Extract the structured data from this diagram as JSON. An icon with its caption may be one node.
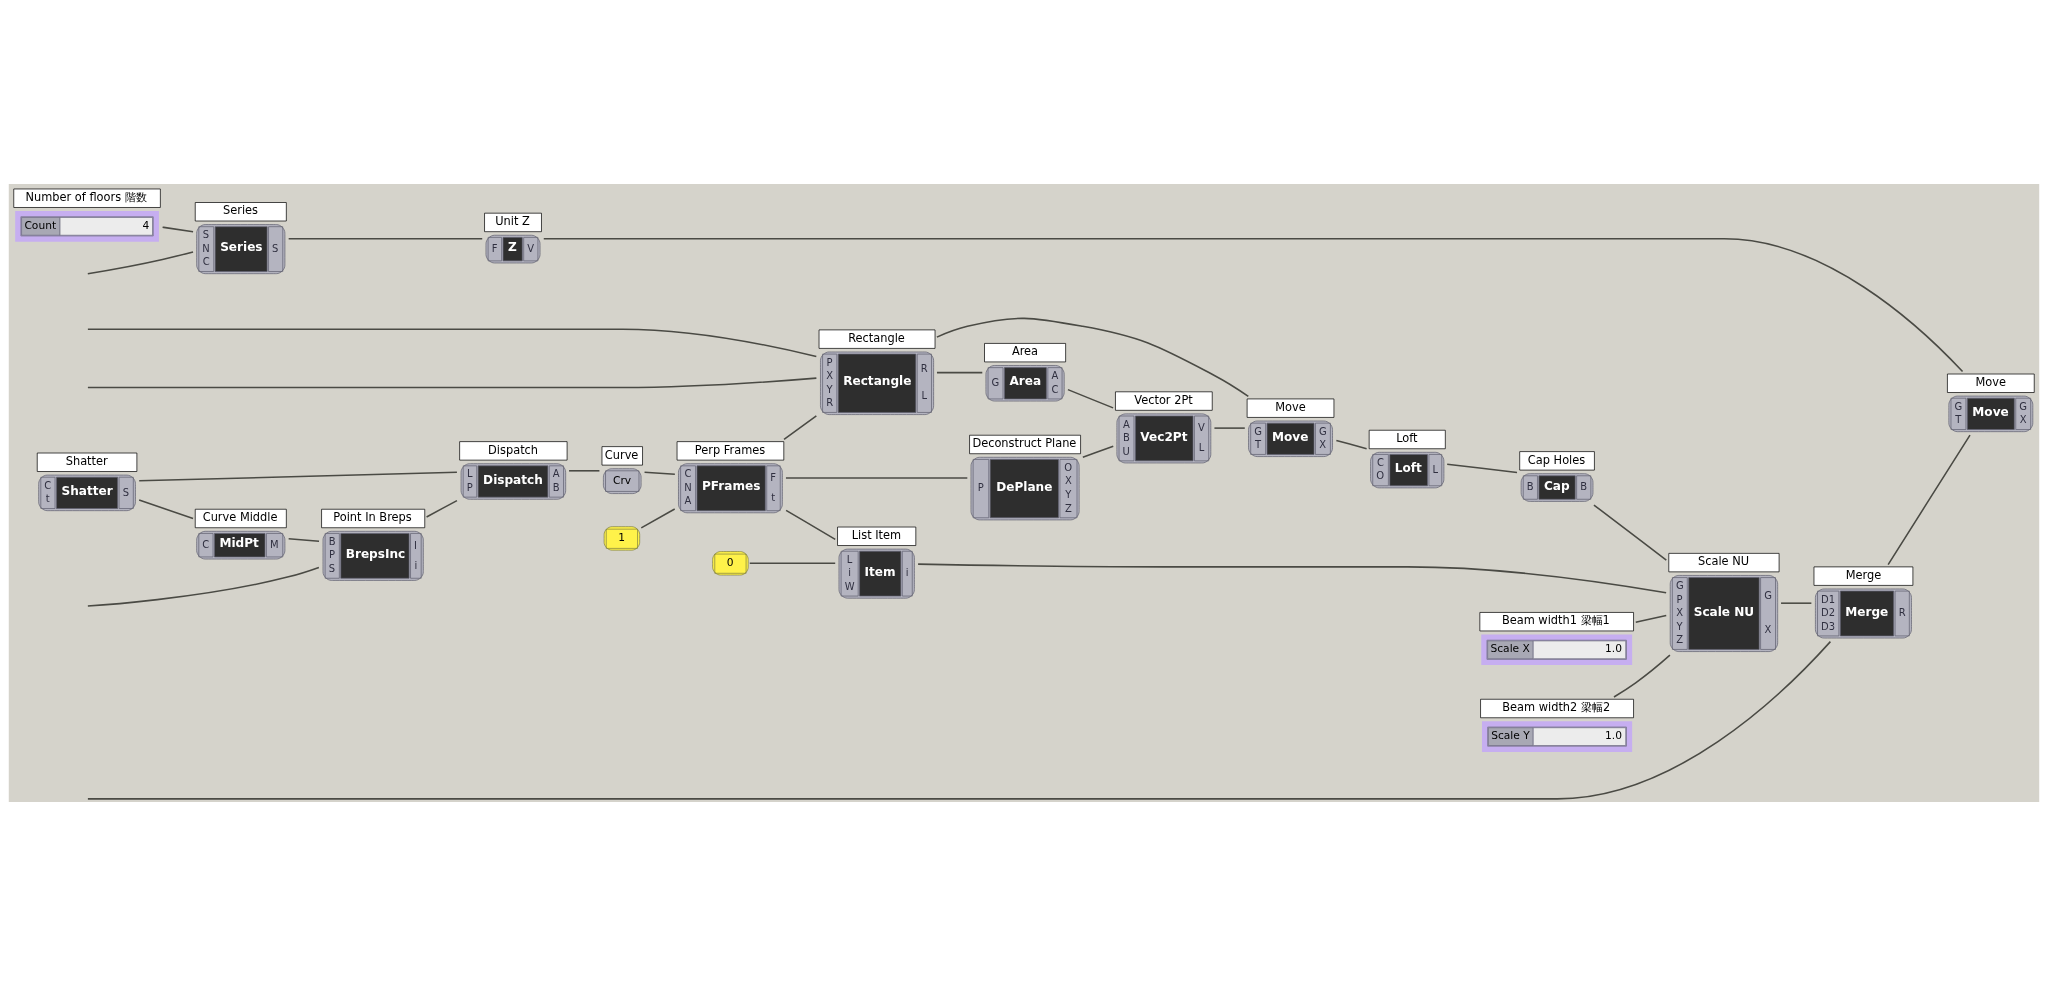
{
  "diagram": {
    "nodes": [
      {
        "text": [
          "Merge",
          "D1 D2 D3",
          "Merge",
          "R"
        ]
      },
      {
        "text": [
          "Move",
          "G T",
          "Move",
          "G X"
        ]
      },
      {
        "text": [
          "Point In Breps",
          "B P S",
          "BrepsInc",
          "I i"
        ]
      },
      {
        "text": [
          "Curve Middle",
          "C",
          "MidPt",
          "M"
        ]
      },
      {
        "text": [
          "Series",
          "S N C",
          "Series",
          "S"
        ]
      },
      {
        "text": [
          "Unit Z",
          "F",
          "Z",
          "V"
        ]
      },
      {
        "text": [
          "Number of floors 階数",
          "Count",
          "4"
        ]
      },
      {
        "text": [
          "Shatter",
          "C t",
          "Shatter",
          "S"
        ]
      },
      {
        "text": [
          "Dispatch",
          "L P",
          "Dispatch",
          "A B"
        ]
      },
      {
        "text": [
          "Curve",
          "Crv"
        ]
      },
      {
        "text": [
          "Perp Frames",
          "C N A",
          "PFrames",
          "F t"
        ]
      },
      {
        "text": [
          "List Item",
          "L i W",
          "Item",
          "i"
        ]
      },
      {
        "text": [
          "1"
        ]
      },
      {
        "text": [
          "0"
        ]
      },
      {
        "text": [
          "Deconstruct Plane",
          "P",
          "DePlane",
          "O X Y Z"
        ]
      },
      {
        "text": [
          "Vector 2Pt",
          "A B U",
          "Vec2Pt",
          "V L"
        ]
      },
      {
        "text": [
          "Area",
          "G",
          "Area",
          "A C"
        ]
      },
      {
        "text": [
          "Rectangle",
          "P X Y R",
          "Rectangle",
          "R L"
        ]
      },
      {
        "text": [
          "Move",
          "G T",
          "Move",
          "G X"
        ]
      },
      {
        "text": [
          "Loft",
          "C O",
          "Loft",
          "L"
        ]
      },
      {
        "text": [
          "Cap Holes",
          "B",
          "Cap",
          "B"
        ]
      },
      {
        "text": [
          "Scale NU",
          "G P X Y Z",
          "Scale NU",
          "G X"
        ]
      },
      {
        "text": [
          "Beam width1 梁幅1",
          "Scale X",
          "1.0"
        ]
      },
      {
        "text": [
          "Beam width2 梁幅2",
          "Scale Y",
          "1.0"
        ]
      }
    ],
    "edges": [
      {
        "from": null,
        "to": 0,
        "arrow": "none"
      },
      {
        "from": 21,
        "to": 0,
        "arrow": "none"
      },
      {
        "from": 0,
        "to": 1,
        "arrow": "none"
      },
      {
        "from": 5,
        "to": 1,
        "arrow": "none"
      },
      {
        "from": 4,
        "to": 5,
        "arrow": "none"
      },
      {
        "from": 6,
        "to": 4,
        "arrow": "none"
      },
      {
        "from": null,
        "to": 4,
        "arrow": "none"
      },
      {
        "from": null,
        "to": 2,
        "arrow": "none"
      },
      {
        "from": 3,
        "to": 2,
        "arrow": "none"
      },
      {
        "from": 7,
        "to": 3,
        "arrow": "none"
      },
      {
        "from": 7,
        "to": 8,
        "arrow": "none"
      },
      {
        "from": 2,
        "to": 8,
        "arrow": "none"
      },
      {
        "from": 8,
        "to": 9,
        "arrow": "none"
      },
      {
        "from": 9,
        "to": 10,
        "arrow": "none"
      },
      {
        "from": 12,
        "to": 10,
        "arrow": "none"
      },
      {
        "from": 10,
        "to": 11,
        "arrow": "none"
      },
      {
        "from": 13,
        "to": 11,
        "arrow": "none"
      },
      {
        "from": 10,
        "to": 14,
        "arrow": "none"
      },
      {
        "from": 10,
        "to": 17,
        "arrow": "none"
      },
      {
        "from": 14,
        "to": 15,
        "arrow": "none"
      },
      {
        "from": 16,
        "to": 15,
        "arrow": "none"
      },
      {
        "from": 17,
        "to": 16,
        "arrow": "none"
      },
      {
        "from": null,
        "to": 17,
        "arrow": "none"
      },
      {
        "from": null,
        "to": 17,
        "arrow": "none"
      },
      {
        "from": 17,
        "to": 18,
        "arrow": "none"
      },
      {
        "from": 15,
        "to": 18,
        "arrow": "none"
      },
      {
        "from": 18,
        "to": 19,
        "arrow": "none"
      },
      {
        "from": 19,
        "to": 20,
        "arrow": "none"
      },
      {
        "from": 20,
        "to": 21,
        "arrow": "none"
      },
      {
        "from": 11,
        "to": 21,
        "arrow": "none"
      },
      {
        "from": 22,
        "to": 21,
        "arrow": "none"
      },
      {
        "from": 23,
        "to": 21,
        "arrow": "none"
      }
    ]
  }
}
